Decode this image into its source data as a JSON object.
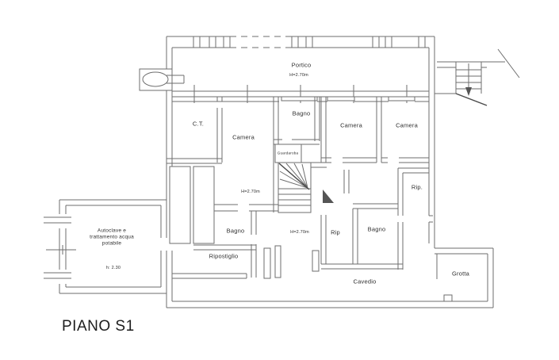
{
  "floor_title": "PIANO S1",
  "labels": {
    "portico": "Portico",
    "portico_height": "H=2.70m",
    "ct": "C.T.",
    "camera_main": "Camera",
    "camera_main_height": "H=2.70m",
    "bagno_top": "Bagno",
    "guardaroba": "Guardaroba",
    "camera_mid": "Camera",
    "camera_right": "Camera",
    "rip_right": "Rip.",
    "bagno_left": "Bagno",
    "corridor_height": "H=2.70m",
    "rip_center": "Rip",
    "bagno_center": "Bagno",
    "ripostiglio": "Ripostiglio",
    "cavedio": "Cavedio",
    "grotta": "Grotta",
    "autoclave": "Autoclave e\ntrattamento acqua\npotabile",
    "autoclave_height": "h: 2.30"
  },
  "colors": {
    "wall_line": "#6e6e6e",
    "dark_line": "#4a4a4a",
    "text": "#2e2e2e",
    "background": "#ffffff"
  }
}
